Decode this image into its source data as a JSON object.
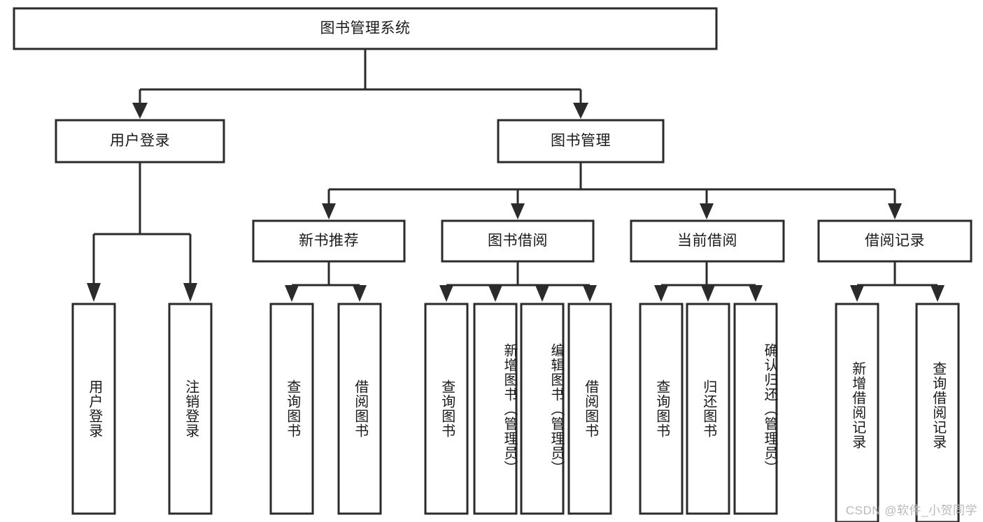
{
  "diagram": {
    "title": "图书管理系统",
    "type": "tree",
    "watermark": "CSDN @软件_小贺同学",
    "colors": {
      "stroke": "#2b2b2b",
      "fill": "#ffffff",
      "text": "#1a1a1a",
      "watermark": "#b9b9b9"
    },
    "root": {
      "label": "图书管理系统"
    },
    "level1": [
      {
        "label": "用户登录"
      },
      {
        "label": "图书管理"
      }
    ],
    "level2": [
      {
        "label": "新书推荐"
      },
      {
        "label": "图书借阅"
      },
      {
        "label": "当前借阅"
      },
      {
        "label": "借阅记录"
      }
    ],
    "leaves": {
      "user_login": [
        {
          "label": "用户登录"
        },
        {
          "label": "注销登录"
        }
      ],
      "new_book_recommend": [
        {
          "label": "查询图书"
        },
        {
          "label": "借阅图书"
        }
      ],
      "book_borrow": [
        {
          "label": "查询图书"
        },
        {
          "label": "新增图书（管理员）"
        },
        {
          "label": "编辑图书（管理员）"
        },
        {
          "label": "借阅图书"
        }
      ],
      "current_borrow": [
        {
          "label": "查询图书"
        },
        {
          "label": "归还图书"
        },
        {
          "label": "确认归还（管理员）"
        }
      ],
      "borrow_record": [
        {
          "label": "新增借阅记录"
        },
        {
          "label": "查询借阅记录"
        }
      ]
    }
  }
}
